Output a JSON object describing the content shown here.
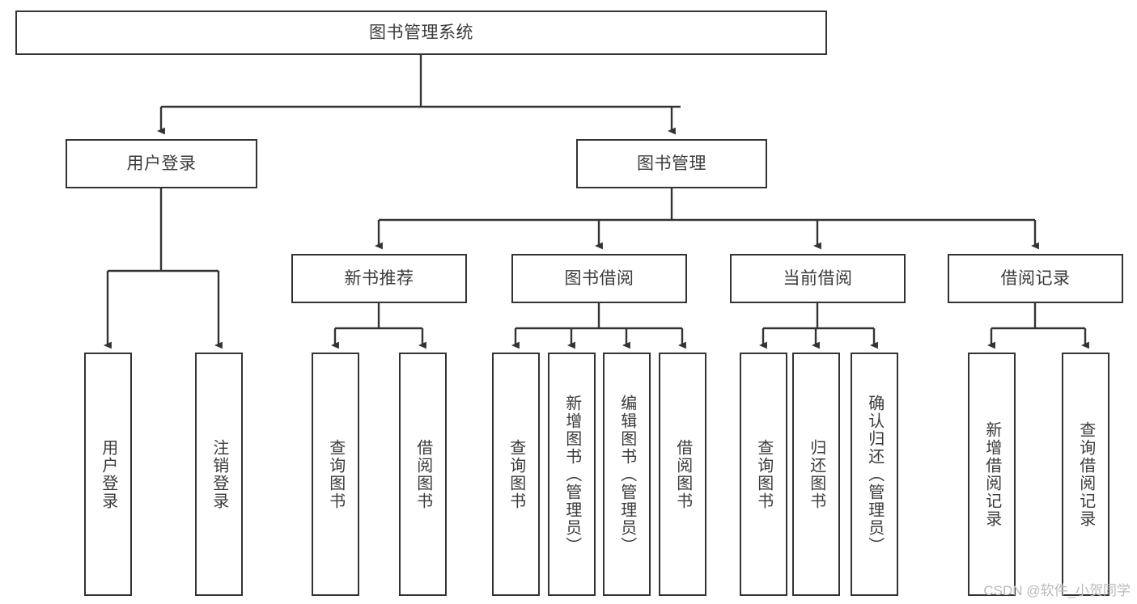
{
  "diagram": {
    "title": "图书管理系统",
    "type": "hierarchy-tree",
    "levels": 4,
    "nodes": {
      "root": {
        "label": "图书管理系统"
      },
      "level2": [
        {
          "id": "user-login",
          "label": "用户登录"
        },
        {
          "id": "book-management",
          "label": "图书管理"
        }
      ],
      "level3": [
        {
          "id": "new-book-recommend",
          "label": "新书推荐"
        },
        {
          "id": "book-borrow",
          "label": "图书借阅"
        },
        {
          "id": "current-borrow",
          "label": "当前借阅"
        },
        {
          "id": "borrow-record",
          "label": "借阅记录"
        }
      ],
      "leaves": {
        "user-login": [
          {
            "id": "leaf-user-login",
            "label": "用户登录"
          },
          {
            "id": "leaf-logout-login",
            "label": "注销登录"
          }
        ],
        "new-book-recommend": [
          {
            "id": "leaf-query-book-1",
            "label": "查询图书"
          },
          {
            "id": "leaf-borrow-book-1",
            "label": "借阅图书"
          }
        ],
        "book-borrow": [
          {
            "id": "leaf-query-book-2",
            "label": "查询图书"
          },
          {
            "id": "leaf-add-book",
            "label": "新增图书（管理员）"
          },
          {
            "id": "leaf-edit-book",
            "label": "编辑图书（管理员）"
          },
          {
            "id": "leaf-borrow-book-2",
            "label": "借阅图书"
          }
        ],
        "current-borrow": [
          {
            "id": "leaf-query-book-3",
            "label": "查询图书"
          },
          {
            "id": "leaf-return-book",
            "label": "归还图书"
          },
          {
            "id": "leaf-confirm-return",
            "label": "确认归还（管理员）"
          }
        ],
        "borrow-record": [
          {
            "id": "leaf-add-record",
            "label": "新增借阅记录"
          },
          {
            "id": "leaf-query-record",
            "label": "查询借阅记录"
          }
        ]
      }
    },
    "colors": {
      "stroke": "#333333",
      "text": "#3b3b3b",
      "background": "#ffffff",
      "watermark": "#b9b9b9"
    }
  },
  "watermark": {
    "text": "CSDN @软件_小贺同学"
  }
}
